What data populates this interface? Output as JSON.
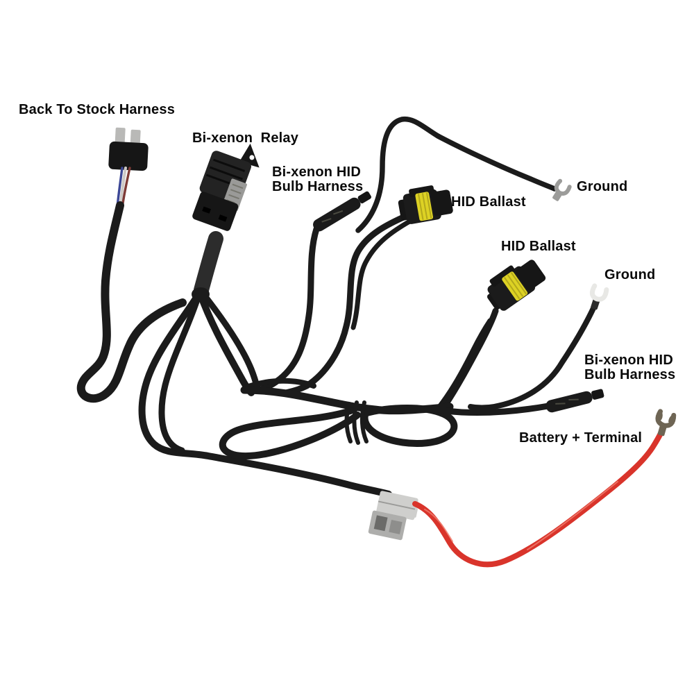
{
  "image": {
    "description": "Bi-xenon HID relay wiring harness product photo with part labels",
    "background": "#ffffff"
  },
  "labels": {
    "stock_harness": "Back To Stock Harness",
    "relay": "Bi-xenon  Relay",
    "bulb_harness_1": "Bi-xenon HID\nBulb Harness",
    "ballast_1": "HID Ballast",
    "ground_1": "Ground",
    "ballast_2": "HID Ballast",
    "ground_2": "Ground",
    "bulb_harness_2": "Bi-xenon HID\nBulb Harness",
    "battery": "Battery + Terminal"
  },
  "colors": {
    "background": "#ffffff",
    "label_text": "#0a0a0a",
    "wire_black": "#1b1b1b",
    "wire_sheen": "#3d3d3d",
    "relay_body": "#232323",
    "relay_socket": "#161616",
    "sticker_grey": "#9a9a98",
    "yellow_seal": "#ddd224",
    "red_wire": "#d9342b",
    "fuse_holder_grey": "#cfcfcd",
    "fuse_metal": "#aeaeac",
    "terminal_silver": "#9c9c9a",
    "terminal_white": "#e8e8e5",
    "terminal_bronze": "#6e6554",
    "prong_silver": "#b9b9b7",
    "strand_blue": "#3c4796",
    "strand_red": "#7e3a36",
    "strand_white": "#cdc9c6"
  }
}
